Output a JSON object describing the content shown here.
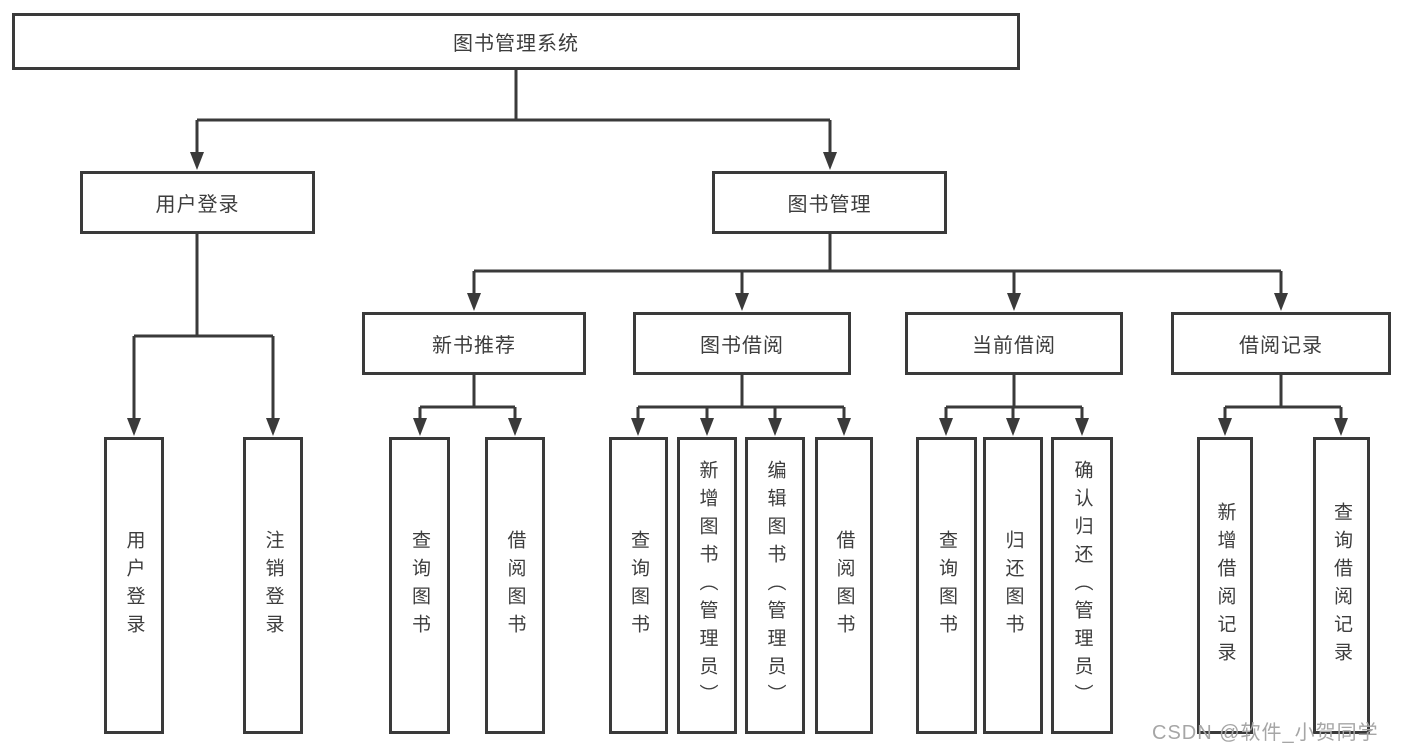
{
  "diagram": {
    "root": {
      "label": "图书管理系统"
    },
    "level2": [
      {
        "label": "用户登录"
      },
      {
        "label": "图书管理"
      }
    ],
    "level3": [
      {
        "label": "新书推荐"
      },
      {
        "label": "图书借阅"
      },
      {
        "label": "当前借阅"
      },
      {
        "label": "借阅记录"
      }
    ],
    "leaves": {
      "user_login": [
        "用户登录",
        "注销登录"
      ],
      "new_books": [
        "查询图书",
        "借阅图书"
      ],
      "book_borrow": [
        "查询图书",
        "新增图书（管理员）",
        "编辑图书（管理员）",
        "借阅图书"
      ],
      "current_borrow": [
        "查询图书",
        "归还图书",
        "确认归还（管理员）"
      ],
      "borrow_records": [
        "新增借阅记录",
        "查询借阅记录"
      ]
    },
    "watermark": "CSDN @软件_小贺同学",
    "colors": {
      "line": "#3a3a3a",
      "border": "#3a3a3a",
      "text": "#3d3d3d",
      "watermark": "#a6a6a6",
      "background": "#ffffff"
    }
  }
}
